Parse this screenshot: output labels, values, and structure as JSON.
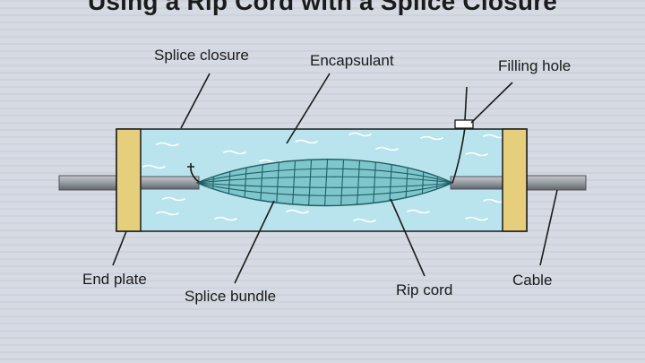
{
  "title": "Using a Rip Cord with a Splice Closure",
  "labels": {
    "splice_closure": "Splice closure",
    "encapsulant": "Encapsulant",
    "filling_hole": "Filling hole",
    "end_plate": "End plate",
    "splice_bundle": "Splice bundle",
    "rip_cord": "Rip cord",
    "cable": "Cable"
  },
  "colors": {
    "background": "#d6dae3",
    "encapsulant": "#b9e4ee",
    "end_plate": "#e6cf7c",
    "cable": "#8d9399",
    "bundle": "#3f8f95",
    "outline": "#1a1a1a"
  }
}
